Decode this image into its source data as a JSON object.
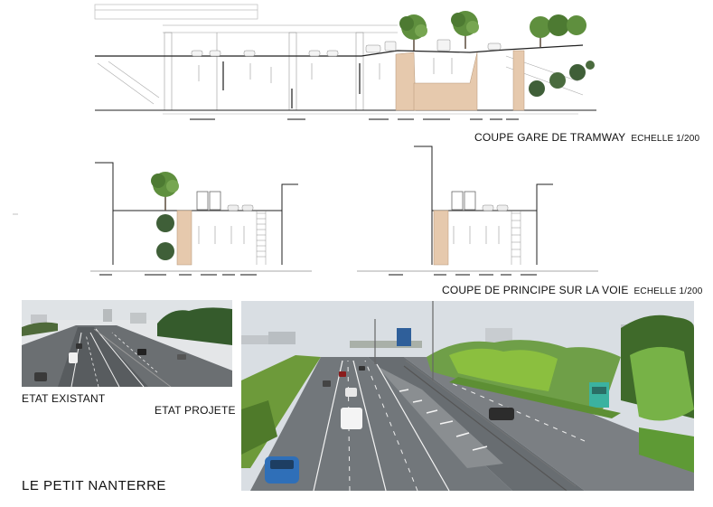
{
  "sections": {
    "tram_station": {
      "title": "COUPE GARE DE TRAMWAY",
      "scale": "ECHELLE 1/200"
    },
    "principle": {
      "title": "COUPE DE PRINCIPE SUR LA VOIE",
      "scale": "ECHELLE 1/200"
    }
  },
  "photos": {
    "existing_label": "ETAT EXISTANT",
    "projected_label": "ETAT PROJETE"
  },
  "place_name": "LE PETIT NANTERRE",
  "colors": {
    "paving": "#e6c9ad",
    "tree": "#6f9f48",
    "tree_dark": "#3f6a2a",
    "road": "#5d6266",
    "sky": "#d9dee3",
    "verge": "#8bbf3f",
    "tram": "#3bb2a0"
  }
}
